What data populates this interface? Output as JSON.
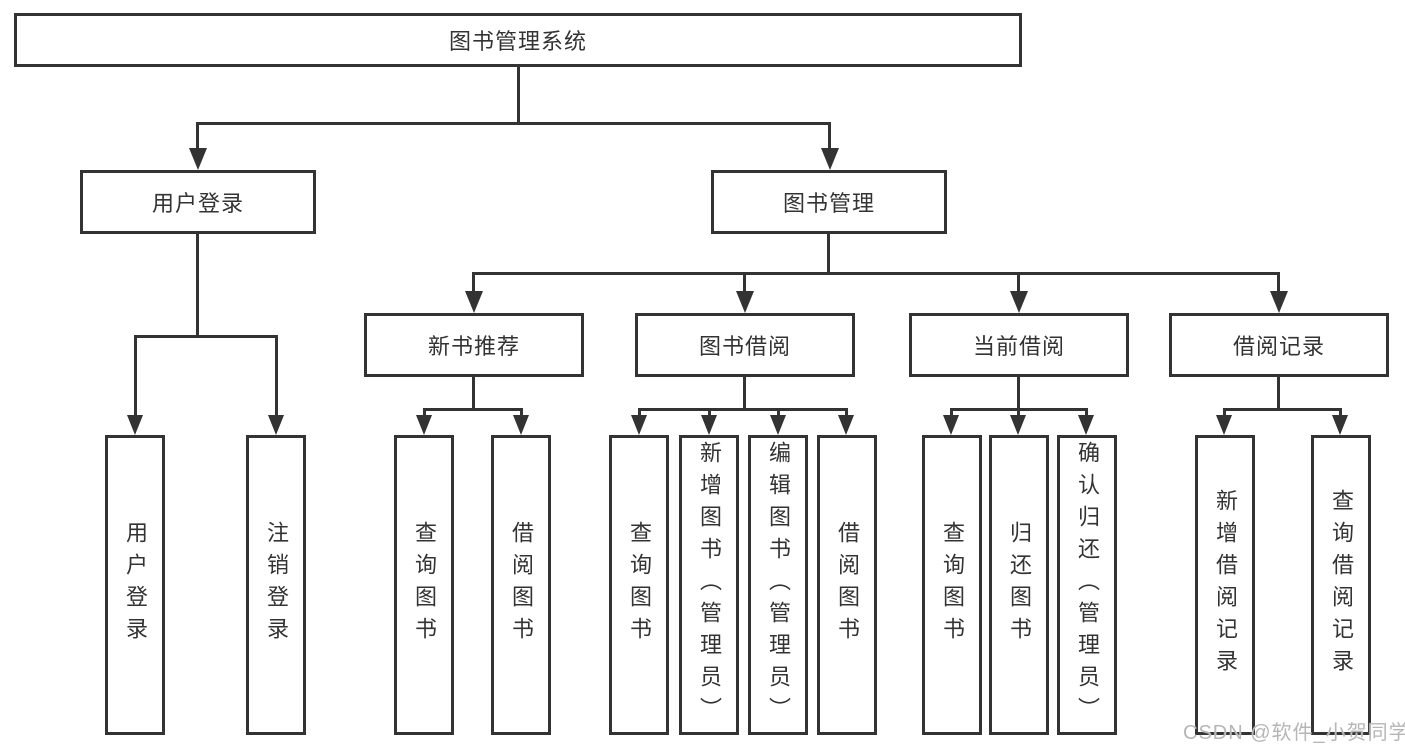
{
  "diagram": {
    "root": {
      "label": "图书管理系统"
    },
    "level2": [
      {
        "label": "用户登录"
      },
      {
        "label": "图书管理"
      }
    ],
    "level3": [
      {
        "label": "新书推荐"
      },
      {
        "label": "图书借阅"
      },
      {
        "label": "当前借阅"
      },
      {
        "label": "借阅记录"
      }
    ],
    "leaves": [
      {
        "label": "用户登录",
        "parent": "用户登录"
      },
      {
        "label": "注销登录",
        "parent": "用户登录"
      },
      {
        "label": "查询图书",
        "parent": "新书推荐"
      },
      {
        "label": "借阅图书",
        "parent": "新书推荐"
      },
      {
        "label": "查询图书",
        "parent": "图书借阅"
      },
      {
        "label": "新增图书（管理员）",
        "parent": "图书借阅"
      },
      {
        "label": "编辑图书（管理员）",
        "parent": "图书借阅"
      },
      {
        "label": "借阅图书",
        "parent": "图书借阅"
      },
      {
        "label": "查询图书",
        "parent": "当前借阅"
      },
      {
        "label": "归还图书",
        "parent": "当前借阅"
      },
      {
        "label": "确认归还（管理员）",
        "parent": "当前借阅"
      },
      {
        "label": "新增借阅记录",
        "parent": "借阅记录"
      },
      {
        "label": "查询借阅记录",
        "parent": "借阅记录"
      }
    ],
    "watermark": "CSDN @软件_小贺同学",
    "colors": {
      "line": "#333333",
      "background": "#ffffff",
      "watermark": "#b6b6b6"
    }
  }
}
